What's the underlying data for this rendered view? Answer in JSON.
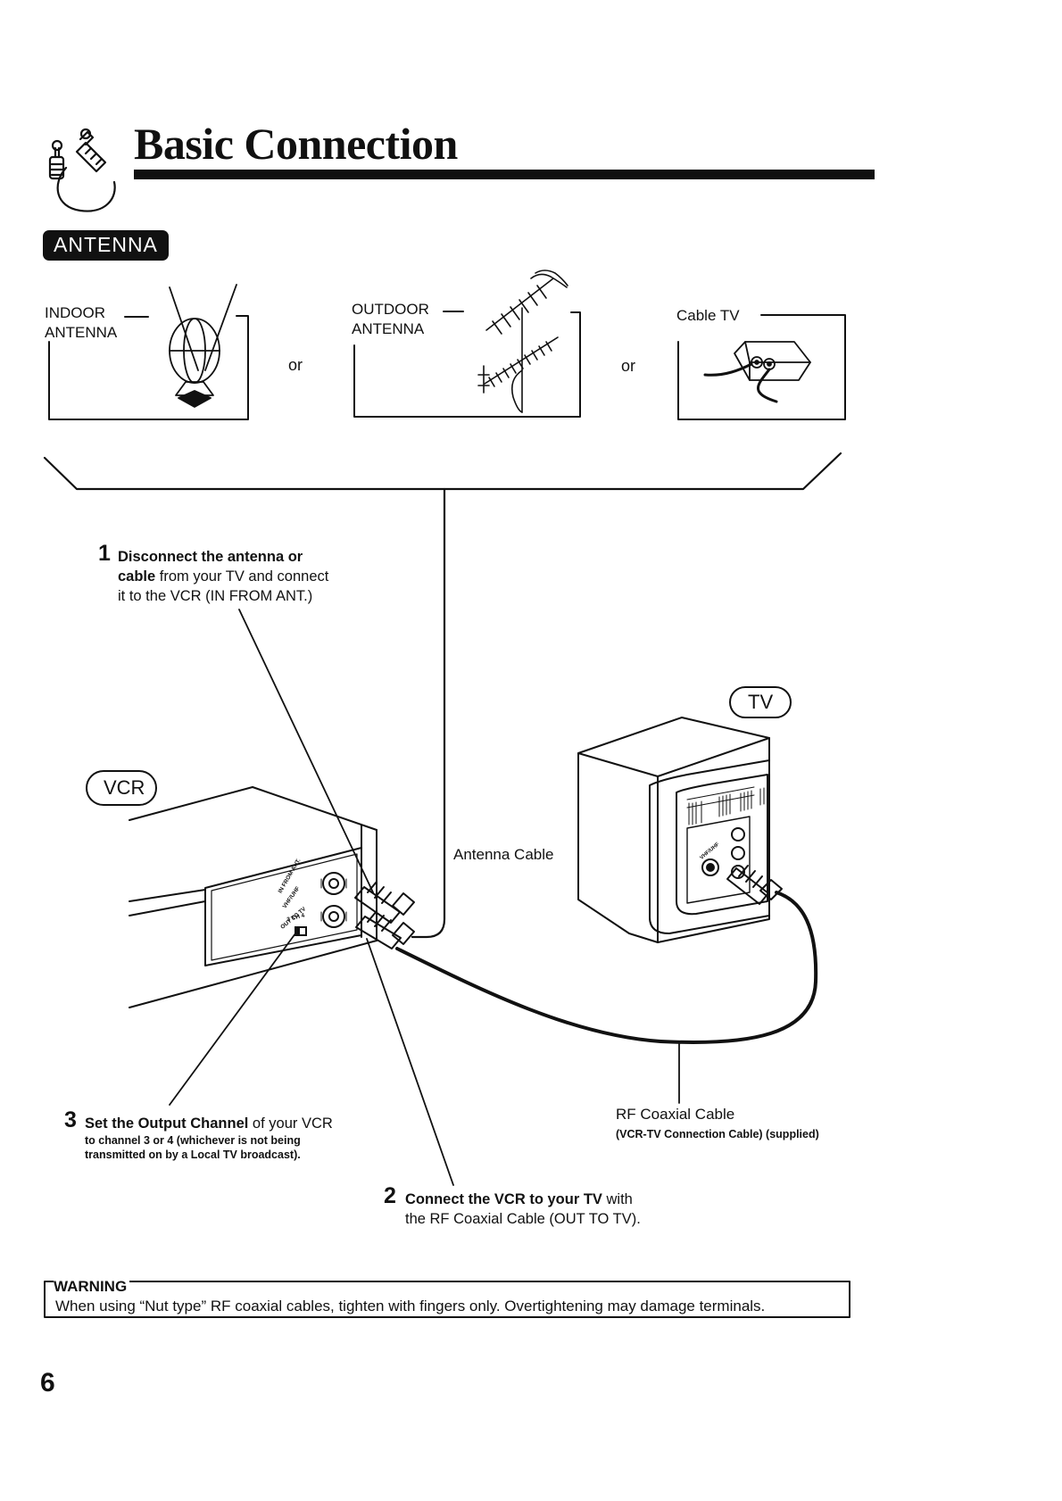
{
  "page": {
    "title": "Basic Connection",
    "section": "ANTENNA",
    "page_number": "6"
  },
  "sources": {
    "indoor": [
      "INDOOR",
      "ANTENNA"
    ],
    "outdoor": [
      "OUTDOOR",
      "ANTENNA"
    ],
    "cable": "Cable TV",
    "or": "or"
  },
  "devices": {
    "vcr": "VCR",
    "tv": "TV",
    "vcr_panel": [
      "IN FROM ANT.",
      "VHF/UHF",
      "OUT TO TV",
      "3 CH 4"
    ],
    "tv_panel": "VHF/UHF"
  },
  "cables": {
    "antenna": "Antenna Cable",
    "rf": "RF Coaxial Cable",
    "rf_note": "(VCR-TV Connection Cable) (supplied)"
  },
  "steps": {
    "s1": {
      "num": "1",
      "bold1": "Disconnect the antenna or",
      "bold2": "cable",
      "rest2": " from your TV and connect",
      "line3": "it to the VCR (IN FROM ANT.)"
    },
    "s2": {
      "num": "2",
      "bold1": "Connect the VCR to your TV",
      "rest1": " with",
      "line2": "the RF Coaxial Cable (OUT TO TV)."
    },
    "s3": {
      "num": "3",
      "bold1": "Set the Output Channel",
      "rest1": " of your VCR",
      "line2": "to channel 3 or 4 (whichever is not being",
      "line3": "transmitted on by a Local TV broadcast)."
    }
  },
  "warning": {
    "title": "WARNING",
    "text": "When using “Nut type” RF coaxial cables, tighten with fingers only. Overtightening may damage terminals."
  },
  "icons": [
    "cable-plug-icon",
    "indoor-antenna-icon",
    "outdoor-antenna-icon",
    "cable-tv-box-icon",
    "vcr-illustration",
    "tv-illustration"
  ]
}
